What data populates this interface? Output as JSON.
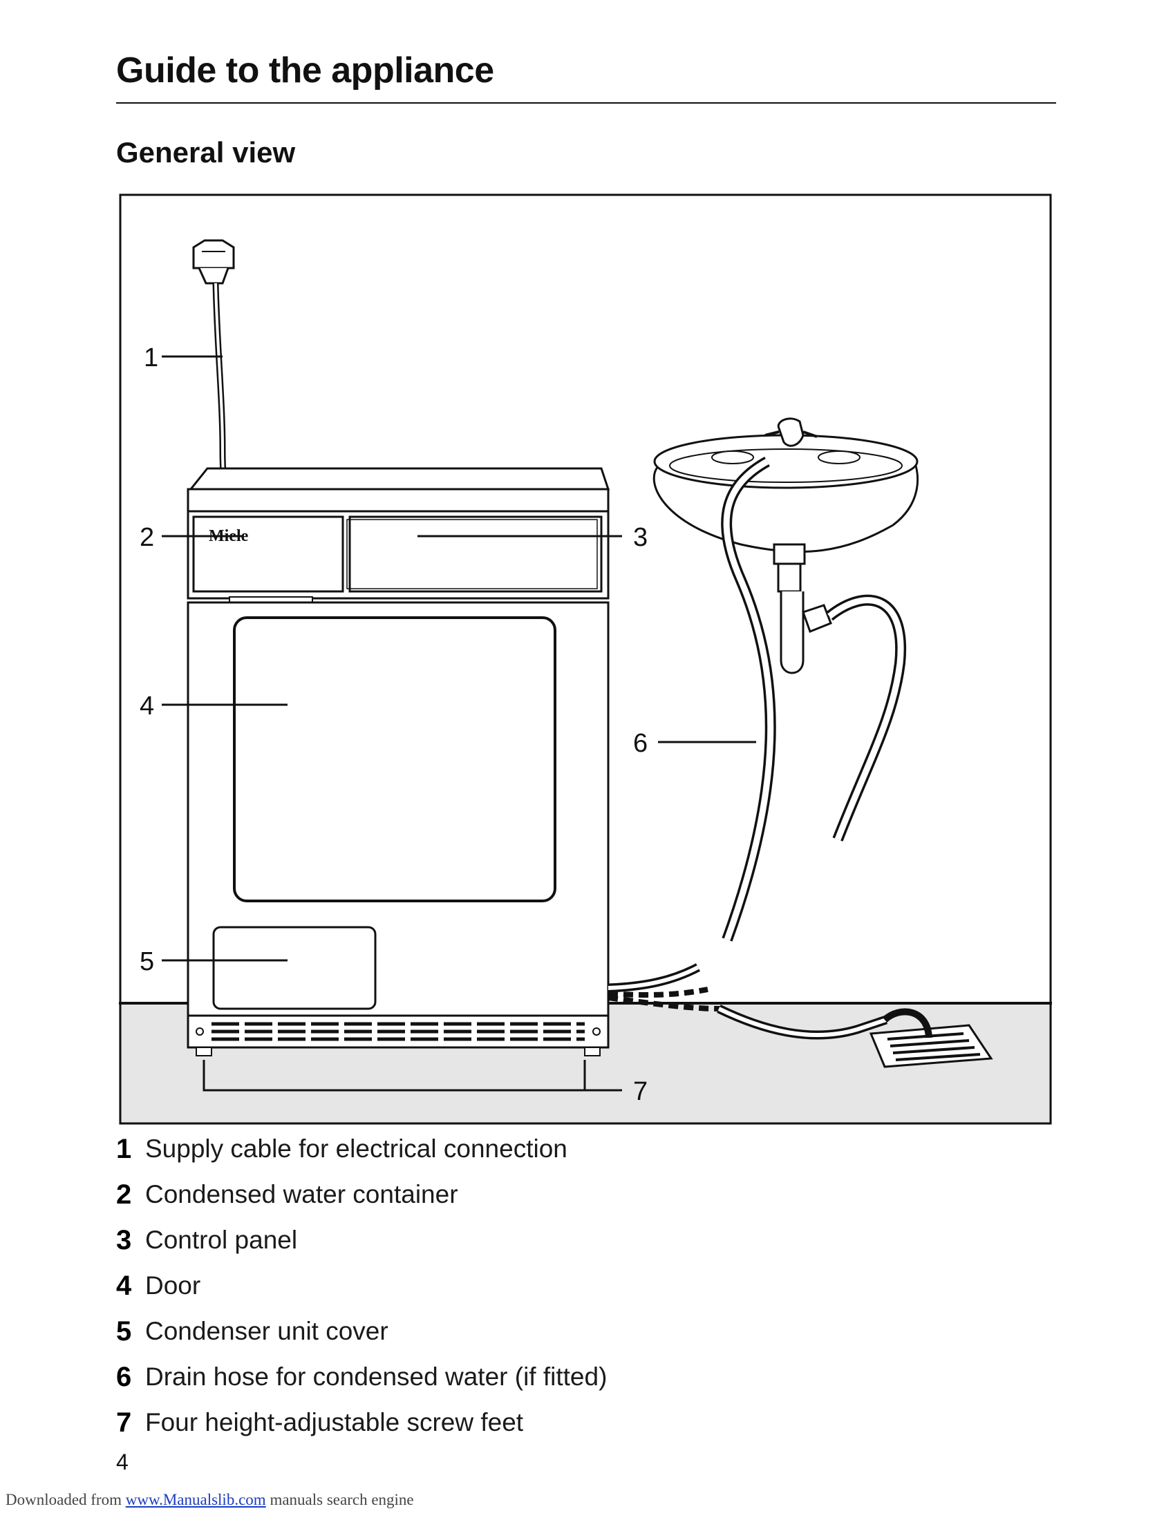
{
  "header": {
    "title": "Guide to the appliance"
  },
  "section": {
    "title": "General view"
  },
  "figure": {
    "brand": "Miele",
    "callouts": [
      "1",
      "2",
      "3",
      "4",
      "5",
      "6",
      "7"
    ]
  },
  "legend": [
    {
      "number": "1",
      "text": "Supply cable for electrical connection"
    },
    {
      "number": "2",
      "text": "Condensed water container"
    },
    {
      "number": "3",
      "text": "Control panel"
    },
    {
      "number": "4",
      "text": "Door"
    },
    {
      "number": "5",
      "text": "Condenser unit cover"
    },
    {
      "number": "6",
      "text": "Drain hose for condensed water (if fitted)"
    },
    {
      "number": "7",
      "text": "Four height-adjustable screw feet"
    }
  ],
  "page": {
    "number": "4"
  },
  "footer": {
    "prefix": "Downloaded from ",
    "link": "www.Manualslib.com",
    "suffix": " manuals search engine",
    "link_color": "#1a3dbf"
  }
}
